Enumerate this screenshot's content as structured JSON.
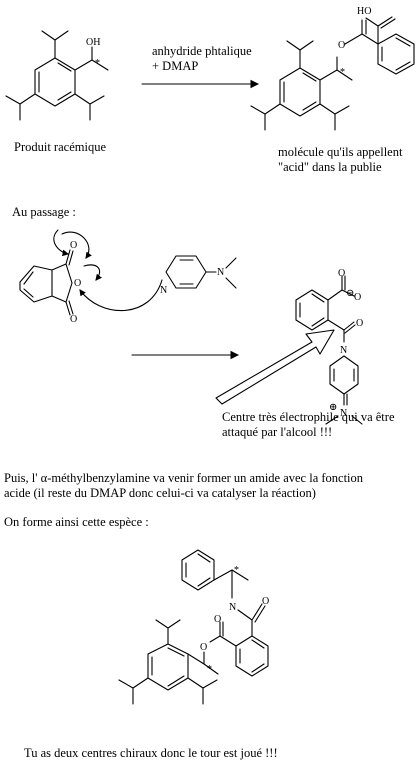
{
  "reaction1": {
    "reagent_line1": "anhydride phtalique",
    "reagent_line2": "+ DMAP",
    "start_caption": "Produit racémique",
    "product_caption_line1": "molécule qu'ils appellent",
    "product_caption_line2": "\"acid\" dans la publie",
    "atom_oh": "OH",
    "atom_ho": "HO",
    "atom_o": "O",
    "stereo_mark": "*"
  },
  "mechanism": {
    "heading": "Au passage :",
    "atom_o": "O",
    "atom_n": "N",
    "charge_minus": "⊖",
    "charge_plus": "⊕",
    "electrophile_note_line1": "Centre très électrophile qui va être",
    "electrophile_note_line2": "attaqué par l'alcool !!!"
  },
  "paragraph": {
    "line1": "Puis, l' α-méthylbenzylamine va venir former un amide avec la fonction",
    "line2": "acide (il reste du DMAP donc celui-ci va catalyser la réaction)"
  },
  "final": {
    "heading": "On forme ainsi cette espèce :",
    "atom_n": "N",
    "atom_o": "O",
    "stereo_mark": "*",
    "conclusion": "Tu as deux centres chiraux donc le tour est joué !!!"
  }
}
